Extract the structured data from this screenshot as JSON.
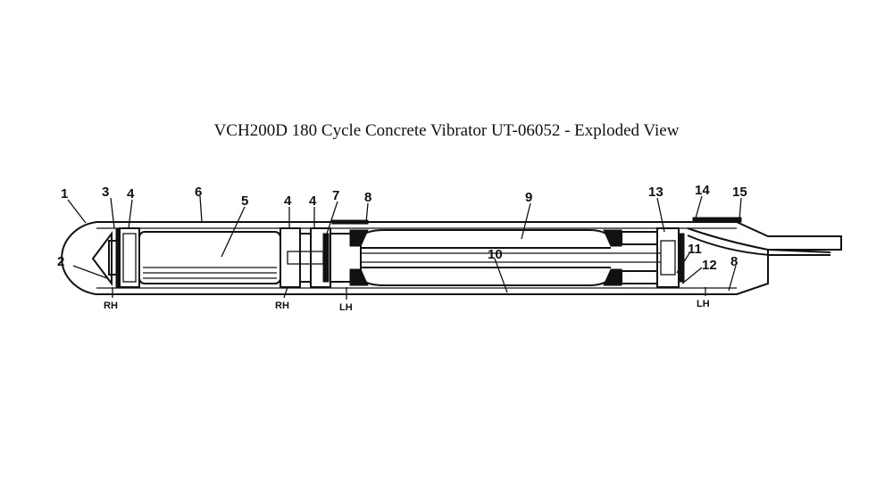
{
  "title": "VCH200D 180 Cycle Concrete Vibrator UT-06052 - Exploded View",
  "callouts": {
    "c1": "1",
    "c2": "2",
    "c3": "3",
    "c4a": "4",
    "c6": "6",
    "c5": "5",
    "c4b": "4",
    "c4c": "4",
    "c7": "7",
    "c8a": "8",
    "c9": "9",
    "c10": "10",
    "c13": "13",
    "c14": "14",
    "c15": "15",
    "c11": "11",
    "c12": "12",
    "c8b": "8"
  },
  "sublabels": {
    "rh1": "RH",
    "rh2": "RH",
    "lh1": "LH",
    "lh2": "LH"
  },
  "colors": {
    "ink": "#111111",
    "background": "#ffffff"
  }
}
